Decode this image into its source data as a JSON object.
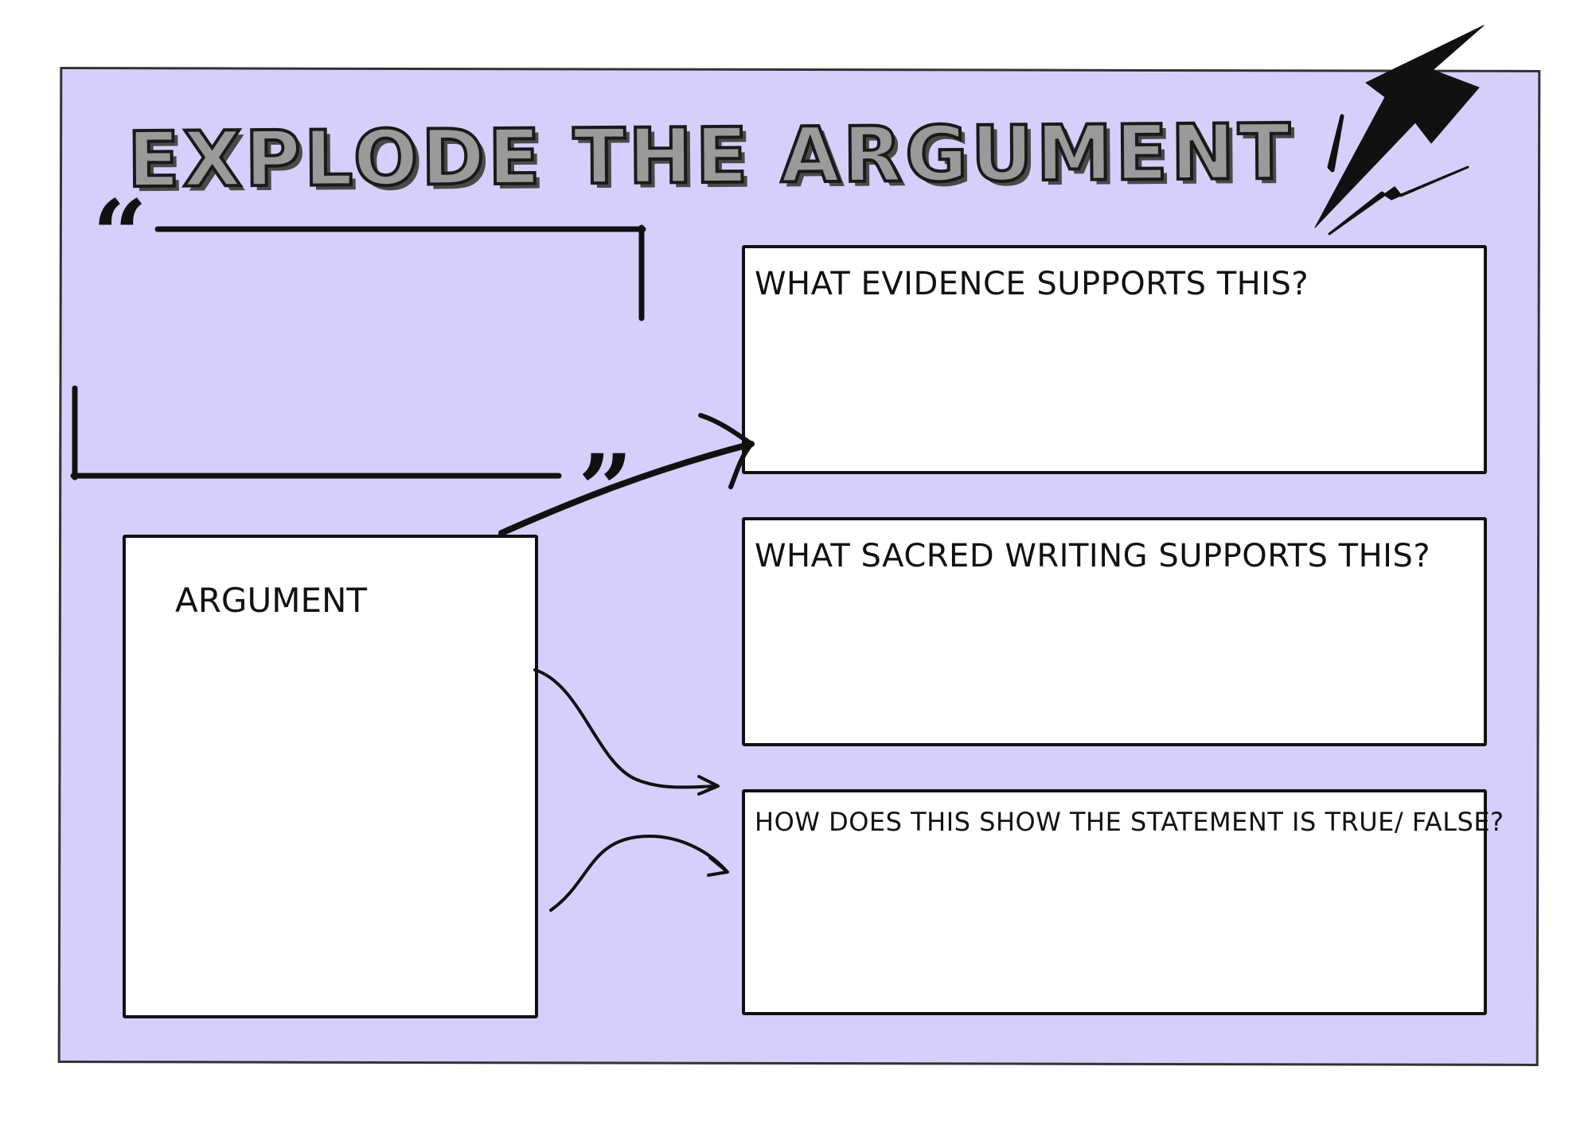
{
  "worksheet": {
    "title": "EXPLODE THE ARGUMENT",
    "quote_marks": {
      "open": "“",
      "close": "”"
    },
    "argument_box": {
      "label": "ARGUMENT"
    },
    "prompts": [
      {
        "label": "WHAT EVIDENCE SUPPORTS THIS?"
      },
      {
        "label": "WHAT SACRED WRITING SUPPORTS THIS?"
      },
      {
        "label": "HOW DOES THIS SHOW THE STATEMENT IS TRUE/ FALSE?"
      }
    ]
  },
  "colors": {
    "background": "#d6cffb",
    "ink": "#111111",
    "box_fill": "#ffffff",
    "title_fill": "#9a9a9a"
  },
  "icons": {
    "decoration": "lightning-bolt-icon"
  }
}
